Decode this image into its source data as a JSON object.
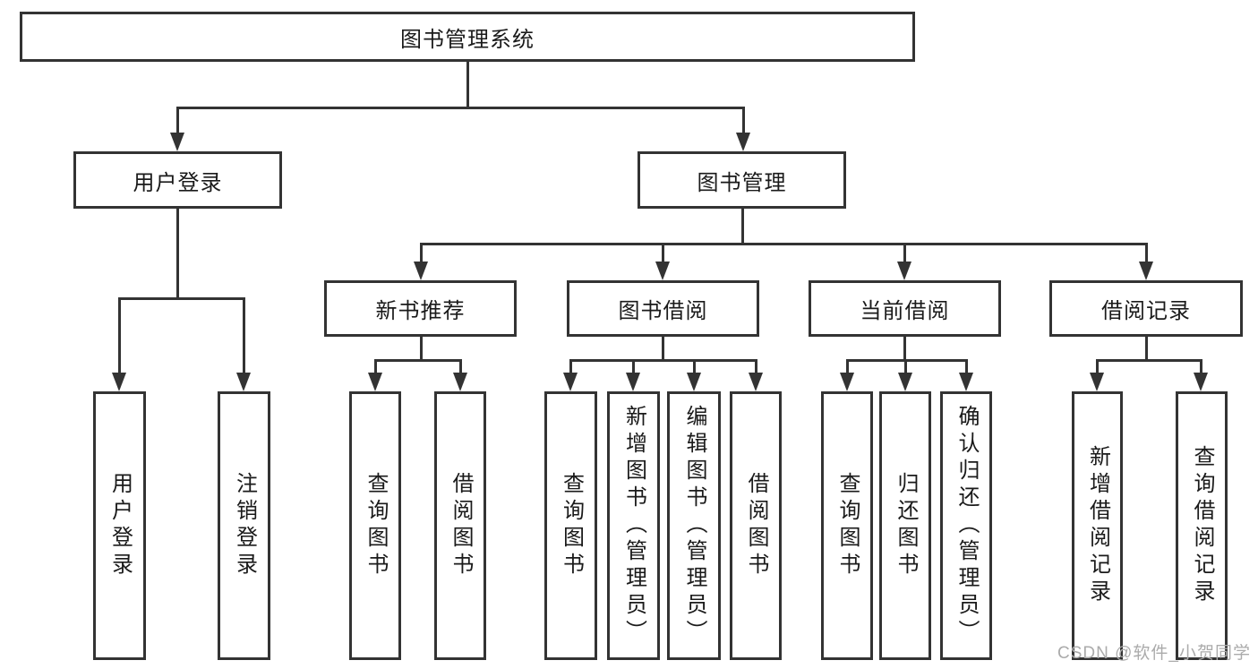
{
  "diagram": {
    "type": "hierarchy-flowchart",
    "title": "图书管理系统",
    "watermark": "CSDN @软件_小贺同学",
    "colors": {
      "line": "#333333",
      "box_border": "#333333",
      "box_fill": "#ffffff",
      "text": "#1a1a1a",
      "watermark": "#ababab",
      "background": "#ffffff"
    },
    "nodes": [
      {
        "id": "root",
        "label": "图书管理系统",
        "level": 1,
        "parent": null
      },
      {
        "id": "user-login",
        "label": "用户登录",
        "level": 2,
        "parent": "root"
      },
      {
        "id": "book-mgmt",
        "label": "图书管理",
        "level": 2,
        "parent": "root"
      },
      {
        "id": "new-book-rec",
        "label": "新书推荐",
        "level": 3,
        "parent": "book-mgmt"
      },
      {
        "id": "book-borrow",
        "label": "图书借阅",
        "level": 3,
        "parent": "book-mgmt"
      },
      {
        "id": "current-borrow",
        "label": "当前借阅",
        "level": 3,
        "parent": "book-mgmt"
      },
      {
        "id": "borrow-records",
        "label": "借阅记录",
        "level": 3,
        "parent": "book-mgmt"
      },
      {
        "id": "leaf-user-login",
        "label": "用户登录",
        "level": 4,
        "parent": "user-login"
      },
      {
        "id": "leaf-logout",
        "label": "注销登录",
        "level": 4,
        "parent": "user-login"
      },
      {
        "id": "leaf-query-book-newrec",
        "label": "查询图书",
        "level": 4,
        "parent": "new-book-rec"
      },
      {
        "id": "leaf-borrow-book-newrec",
        "label": "借阅图书",
        "level": 4,
        "parent": "new-book-rec"
      },
      {
        "id": "leaf-query-book-borrow",
        "label": "查询图书",
        "level": 4,
        "parent": "book-borrow"
      },
      {
        "id": "leaf-add-book-admin",
        "label": "新增图书（管理员）",
        "level": 4,
        "parent": "book-borrow"
      },
      {
        "id": "leaf-edit-book-admin",
        "label": "编辑图书（管理员）",
        "level": 4,
        "parent": "book-borrow"
      },
      {
        "id": "leaf-borrow-book-borrow",
        "label": "借阅图书",
        "level": 4,
        "parent": "book-borrow"
      },
      {
        "id": "leaf-query-book-current",
        "label": "查询图书",
        "level": 4,
        "parent": "current-borrow"
      },
      {
        "id": "leaf-return-book",
        "label": "归还图书",
        "level": 4,
        "parent": "current-borrow"
      },
      {
        "id": "leaf-confirm-return-admin",
        "label": "确认归还（管理员）",
        "level": 4,
        "parent": "current-borrow"
      },
      {
        "id": "leaf-add-borrow-record",
        "label": "新增借阅记录",
        "level": 4,
        "parent": "borrow-records"
      },
      {
        "id": "leaf-query-borrow-record",
        "label": "查询借阅记录",
        "level": 4,
        "parent": "borrow-records"
      }
    ]
  }
}
